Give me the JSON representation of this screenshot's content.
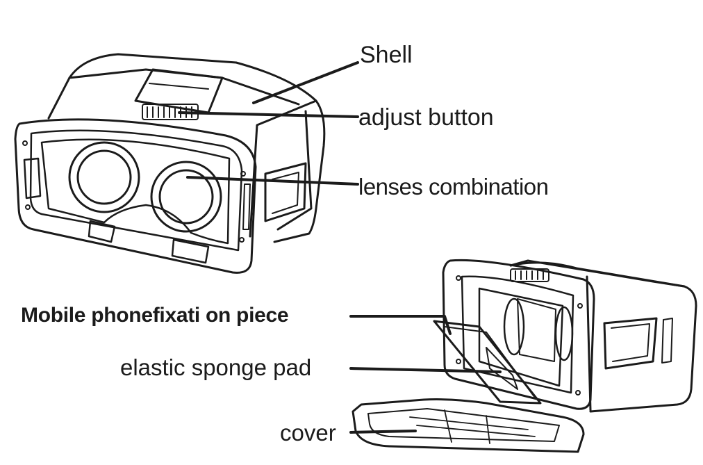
{
  "labels": {
    "shell": "Shell",
    "adjust_button": "adjust button",
    "lenses_combination": "lenses combination",
    "mobile_phone_fixation": "Mobile phonefixati on piece",
    "elastic_sponge_pad": "elastic sponge pad",
    "cover": "cover"
  },
  "colors": {
    "line": "#1b1b1b",
    "background": "#ffffff"
  },
  "figures": [
    "vr-headset-front-view",
    "vr-headset-open-cover-view"
  ]
}
